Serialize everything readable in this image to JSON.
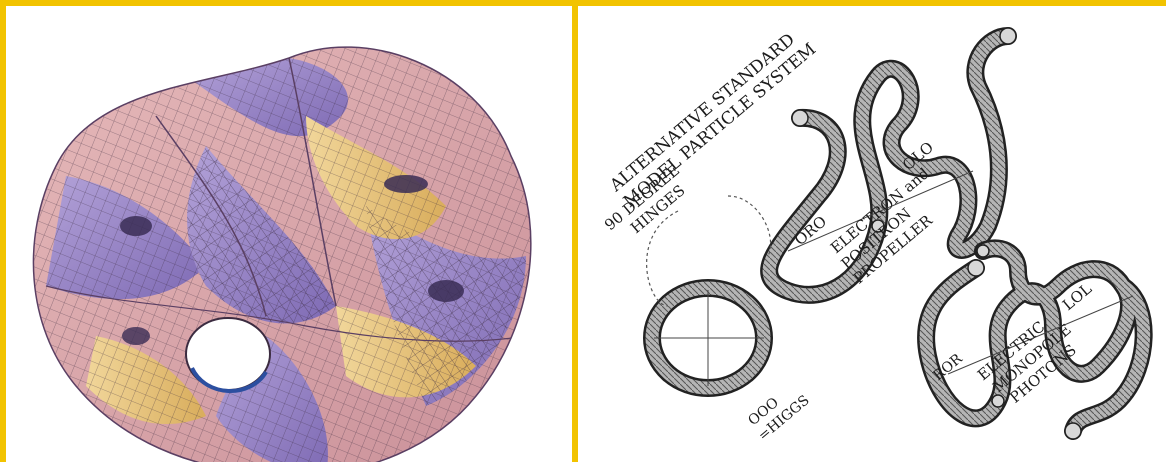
{
  "colors": {
    "frame": "#f2c300",
    "surface_pink": "#d9a3a6",
    "surface_purple": "#9a86c6",
    "surface_gold": "#e6c27a",
    "mesh_line": "#3b2b40",
    "tube_fill": "#9b9b9b",
    "tube_edge": "#2a2a2a"
  },
  "left_figure": {
    "icon": "calabi-yau-surface-icon"
  },
  "right_figure": {
    "title_lines": [
      "ALTERNATIVE STANDARD",
      "MODEL PARTICLE SYSTEM"
    ],
    "hinges_lines": [
      "90 DEGREE",
      "HINGES"
    ],
    "oro": "ORO",
    "olo": "OLO",
    "electron_lines": [
      "ELECTRON and",
      "POSITRON",
      "PROPELLER"
    ],
    "higgs_lines": [
      "OOO",
      "=HIGGS"
    ],
    "ror": "ROR",
    "lol": "LOL",
    "photon_lines": [
      "ELECTRIC",
      "MONOPOLE",
      "PHOTONS"
    ]
  }
}
